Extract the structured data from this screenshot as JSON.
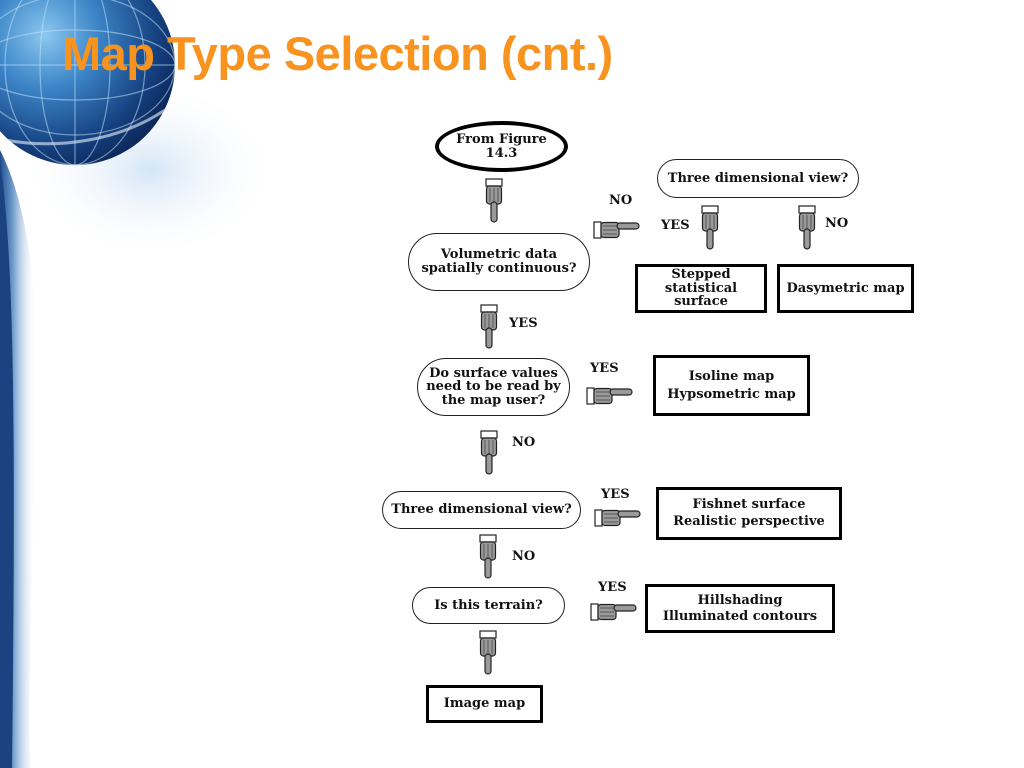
{
  "slide": {
    "title": "Map Type Selection (cnt.)"
  },
  "flowchart": {
    "start": {
      "line1": "From Figure",
      "line2": "14.3"
    },
    "q_volumetric": {
      "line1": "Volumetric data",
      "line2": "spatially continuous?"
    },
    "q_3d_top": "Three dimensional view?",
    "r_stepped": {
      "line1": "Stepped",
      "line2": "statistical",
      "line3": "surface"
    },
    "r_dasymetric": "Dasymetric map",
    "q_surface_values": {
      "line1": "Do surface values",
      "line2": "need to be read by",
      "line3": "the map user?"
    },
    "r_isoline": {
      "line1": "Isoline map",
      "line2": "Hypsometric map"
    },
    "q_3d": "Three dimensional view?",
    "r_fishnet": {
      "line1": "Fishnet surface",
      "line2": "Realistic perspective"
    },
    "q_terrain": "Is this terrain?",
    "r_hillshading": {
      "line1": "Hillshading",
      "line2": "Illuminated contours"
    },
    "r_image": "Image map",
    "labels": {
      "no_to_top": "NO",
      "yes_stepped": "YES",
      "no_dasymetric": "NO",
      "yes_surface": "YES",
      "yes_isoline": "YES",
      "no_3d": "NO",
      "yes_fishnet": "YES",
      "no_terrain": "NO",
      "yes_hillshading": "YES"
    }
  },
  "colors": {
    "title": "#f7931e",
    "globe_dark": "#0d2a5c",
    "globe_light": "#5aa6e0",
    "sidebar": "#d9e6f3"
  },
  "icons": {
    "decor": "globe-decoration",
    "connector": "pointing-hand-icon"
  }
}
